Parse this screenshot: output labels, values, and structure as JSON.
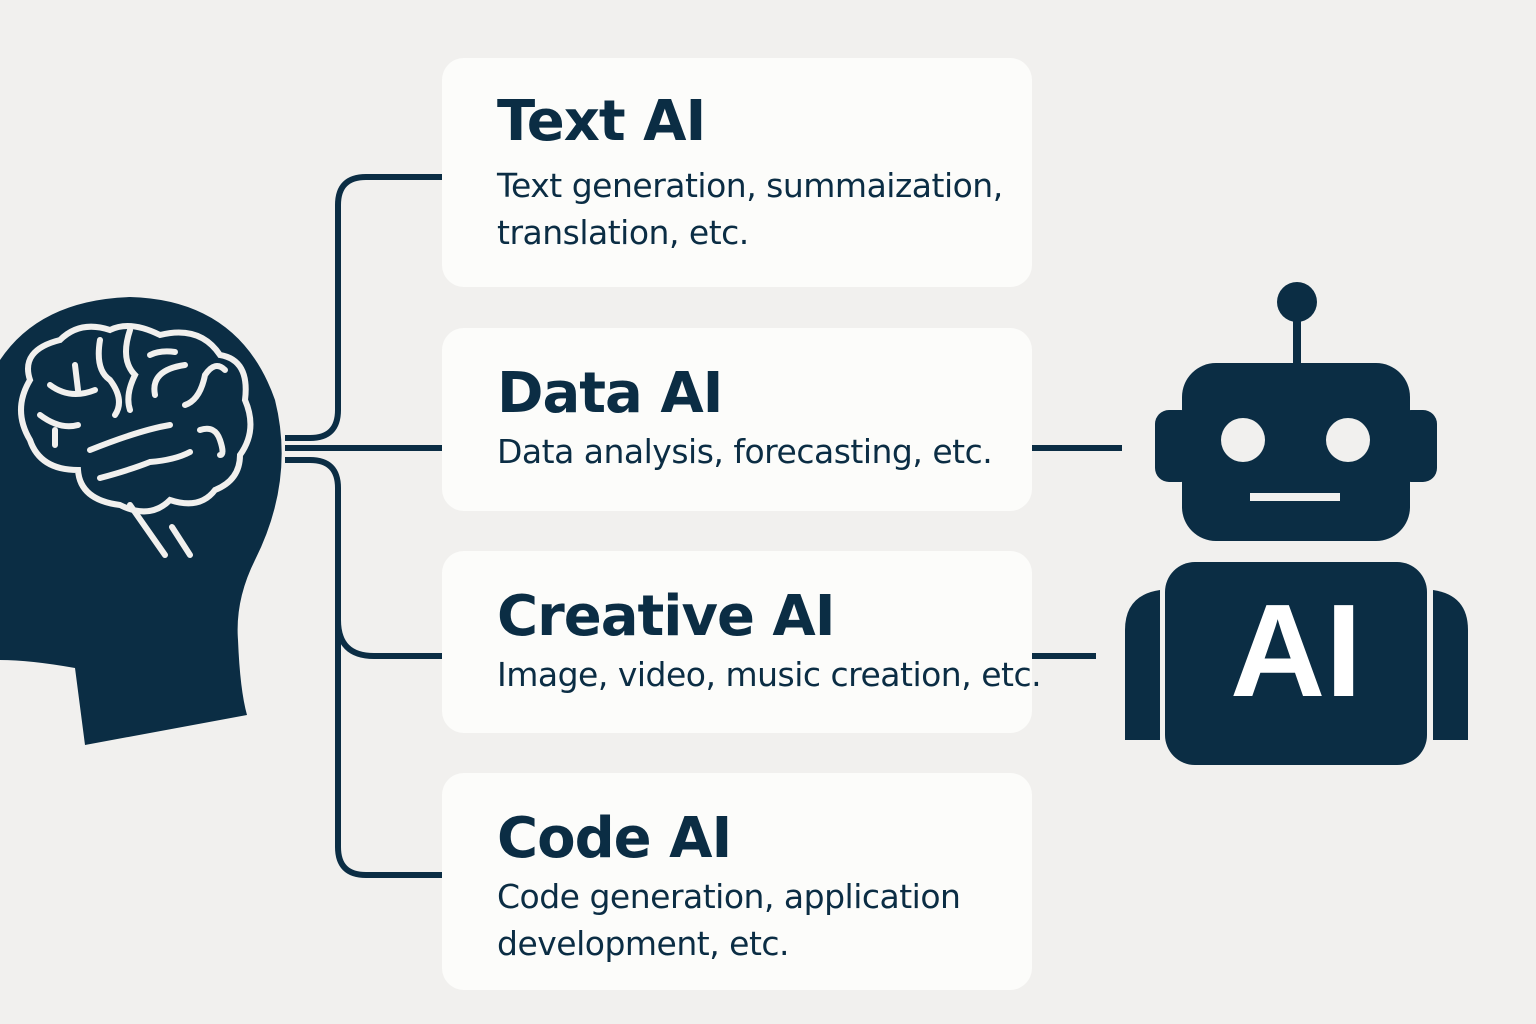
{
  "colors": {
    "primary": "#0b2d44",
    "background": "#f1f0ee",
    "card": "#fcfcfa"
  },
  "categories": [
    {
      "title": "Text AI",
      "description": "Text generation, summaization, translation, etc."
    },
    {
      "title": "Data AI",
      "description": "Data analysis, forecasting, etc."
    },
    {
      "title": "Creative AI",
      "description": "Image, video, music creation, etc."
    },
    {
      "title": "Code AI",
      "description": "Code generation, application development, etc."
    }
  ],
  "robot": {
    "label": "AI"
  },
  "icons": {
    "left": "human-head-brain-icon",
    "right": "robot-icon"
  }
}
